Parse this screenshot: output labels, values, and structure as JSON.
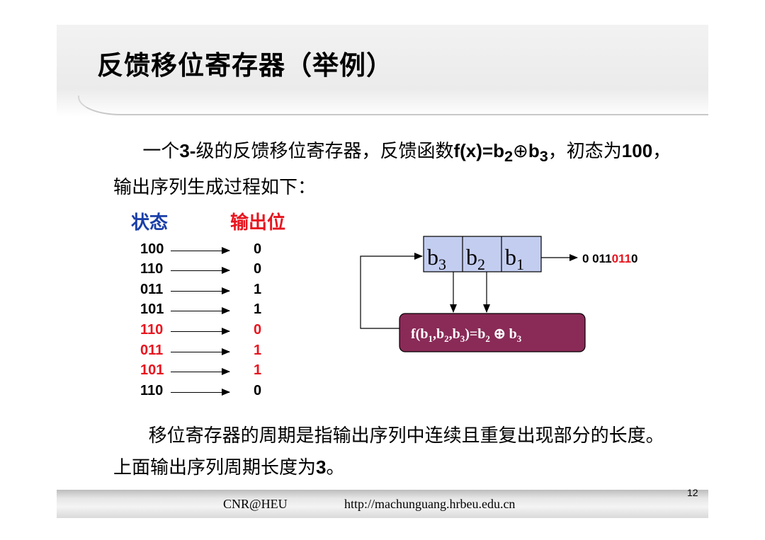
{
  "slide": {
    "title": "反馈移位寄存器（举例）",
    "intro": {
      "t1": "一个",
      "t2": "3-",
      "t3": "级的反馈移位寄存器，反馈函数",
      "t4": "f(x)=b",
      "t5": "2",
      "t6": "⊕",
      "t7": "b",
      "t8": "3",
      "t9": "，初态为",
      "t10": "100",
      "t11": "，输出序列生成过程如下："
    },
    "headers": {
      "state": "状态",
      "output": "输出位"
    },
    "rows": [
      {
        "state": "100",
        "bit": "0",
        "highlight": false
      },
      {
        "state": "110",
        "bit": "0",
        "highlight": false
      },
      {
        "state": "011",
        "bit": "1",
        "highlight": false
      },
      {
        "state": "101",
        "bit": "1",
        "highlight": false
      },
      {
        "state": "110",
        "bit": "0",
        "highlight": true
      },
      {
        "state": "011",
        "bit": "1",
        "highlight": true
      },
      {
        "state": "101",
        "bit": "1",
        "highlight": true
      },
      {
        "state": "110",
        "bit": "0",
        "highlight": false
      }
    ],
    "register": {
      "cell1": "b",
      "cell1_sub": "3",
      "cell2": "b",
      "cell2_sub": "2",
      "cell3": "b",
      "cell3_sub": "1",
      "fb": {
        "a": "f(b",
        "s1": "1",
        "b": ",b",
        "s2": "2",
        "c": ",b",
        "s3": "3",
        "d": ")=b",
        "s4": "2",
        "e": " ⊕ b",
        "s5": "3"
      },
      "out_seq1": "0 011",
      "out_seq2": "011",
      "out_seq3": "0"
    },
    "summary": {
      "t1": "移位寄存器的周期是指输出序列中连续且重复出现部分的长度。上面输出序列周期长度为",
      "t2": "3",
      "t3": "。"
    },
    "footer": {
      "left": "CNR@HEU",
      "url": "http://machunguang.hrbeu.edu.cn",
      "page": "12"
    },
    "colors": {
      "register_fill": "#c3cdf0",
      "feedback_fill": "#8a2a57",
      "highlight": "#e8141e",
      "state_header": "#1a3fa8"
    }
  }
}
